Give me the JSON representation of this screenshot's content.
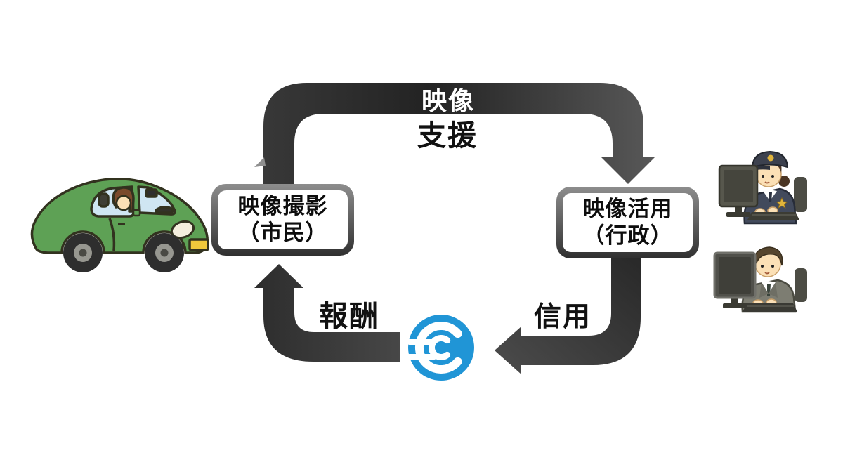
{
  "diagram": {
    "top_flow": {
      "arrow_label": "映像",
      "sub_label": "支援"
    },
    "left_box": {
      "line1": "映像撮影",
      "line2": "（市民）"
    },
    "right_box": {
      "line1": "映像活用",
      "line2": "（行政）"
    },
    "bottom_flow": {
      "reward_label": "報酬",
      "trust_label": "信用"
    },
    "icons": {
      "coin": "euro-coin-icon",
      "car": "green-car-with-driver-and-dashcam",
      "officer": "police-officer-at-computer",
      "worker": "office-worker-at-computer"
    },
    "colors": {
      "arrow_dark": "#262626",
      "arrow_light": "#565656",
      "box_border_top": "#8d8d8d",
      "box_border_bottom": "#303030",
      "coin_blue": "#2095d6",
      "car_green": "#5ea155",
      "label_white": "#ffffff",
      "label_black": "#111111"
    }
  }
}
